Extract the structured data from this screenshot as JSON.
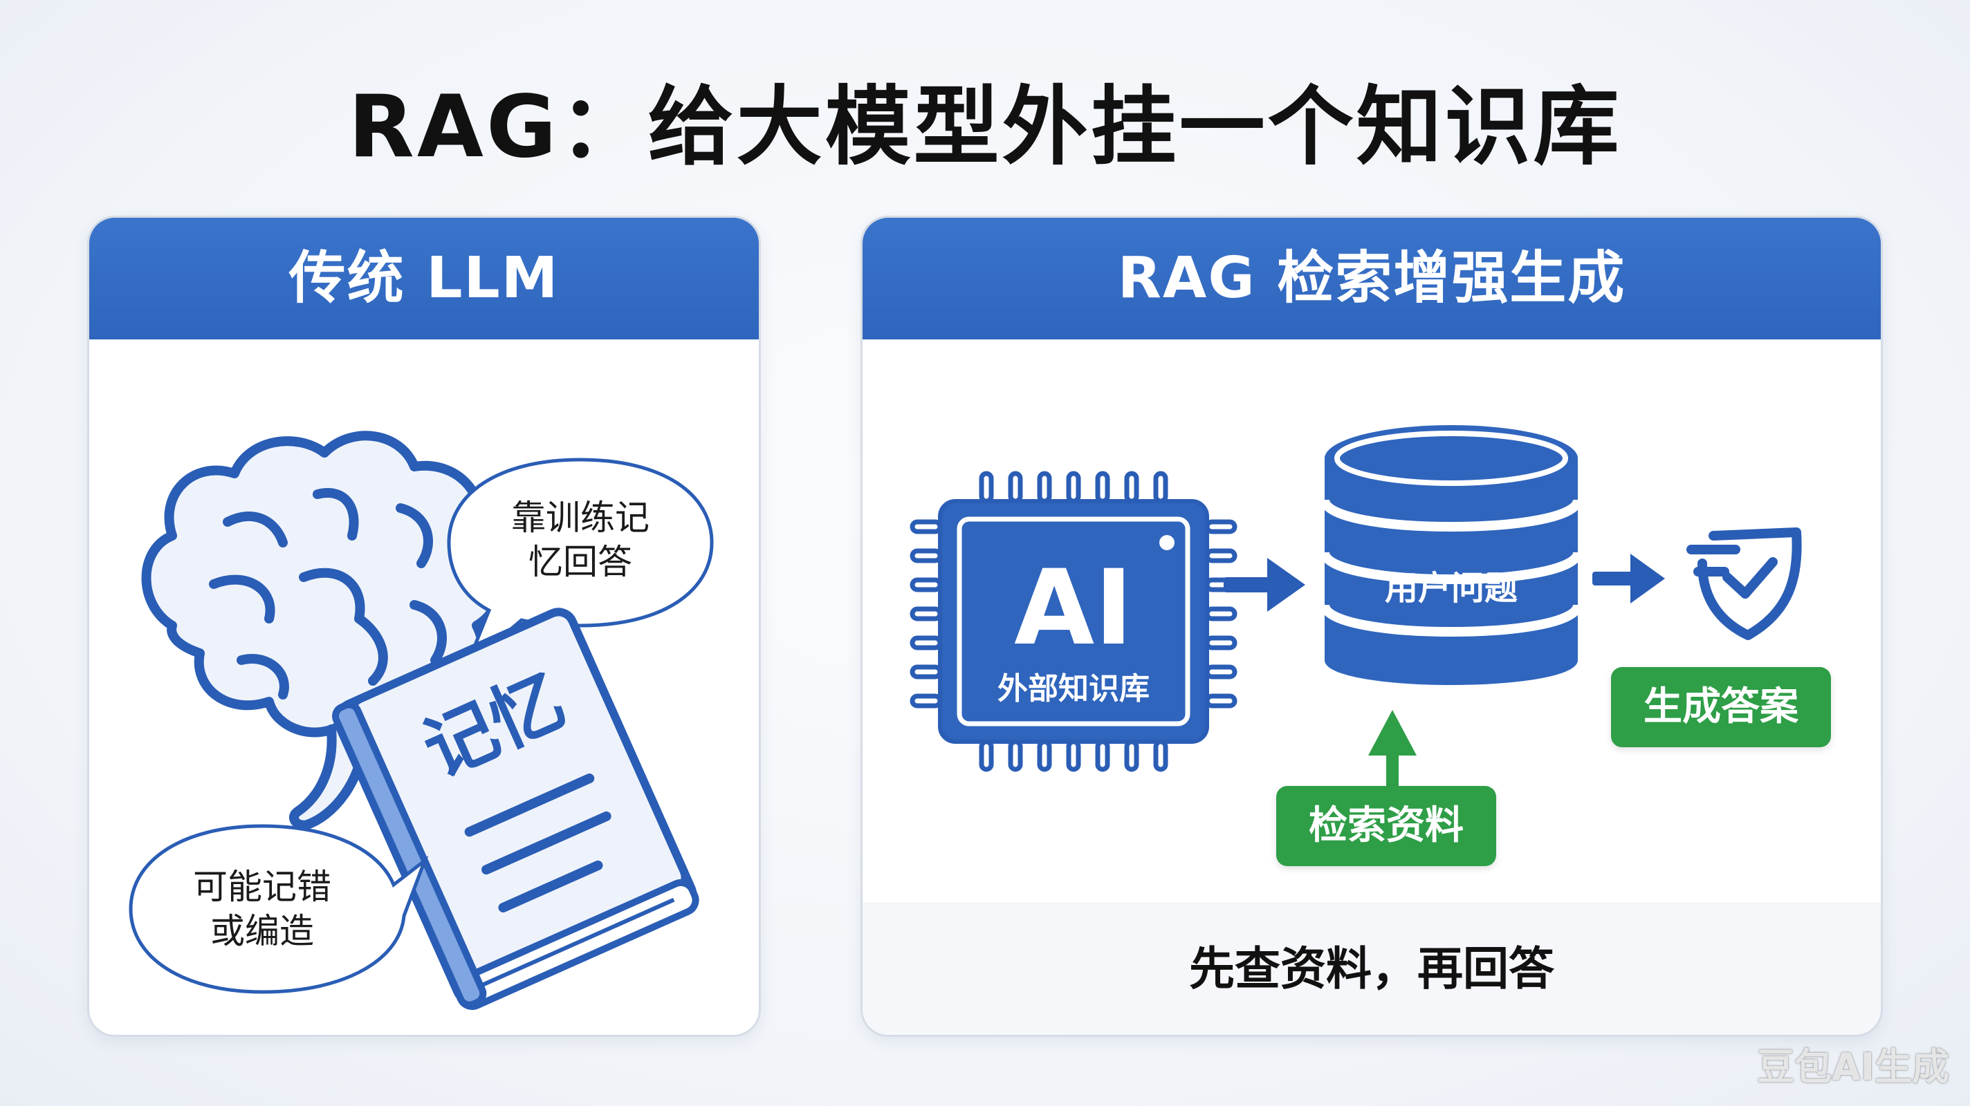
{
  "title": "RAG：给大模型外挂一个知识库",
  "left_panel": {
    "header": "传统 LLM",
    "bubble_top_line1": "靠训练记",
    "bubble_top_line2": "忆回答",
    "book_label": "记忆",
    "bubble_bottom_line1": "可能记错",
    "bubble_bottom_line2": "或编造"
  },
  "right_panel": {
    "header": "RAG 检索增强生成",
    "chip_main": "AI",
    "chip_sub": "外部知识库",
    "database_label": "用户问题",
    "retrieve_tag": "检索资料",
    "generate_tag": "生成答案",
    "footer": "先查资料，再回答"
  },
  "watermark": "豆包AI生成",
  "colors": {
    "primary_blue": "#2f65bd",
    "green": "#2e9e47",
    "outline_blue": "#2a5db5"
  }
}
